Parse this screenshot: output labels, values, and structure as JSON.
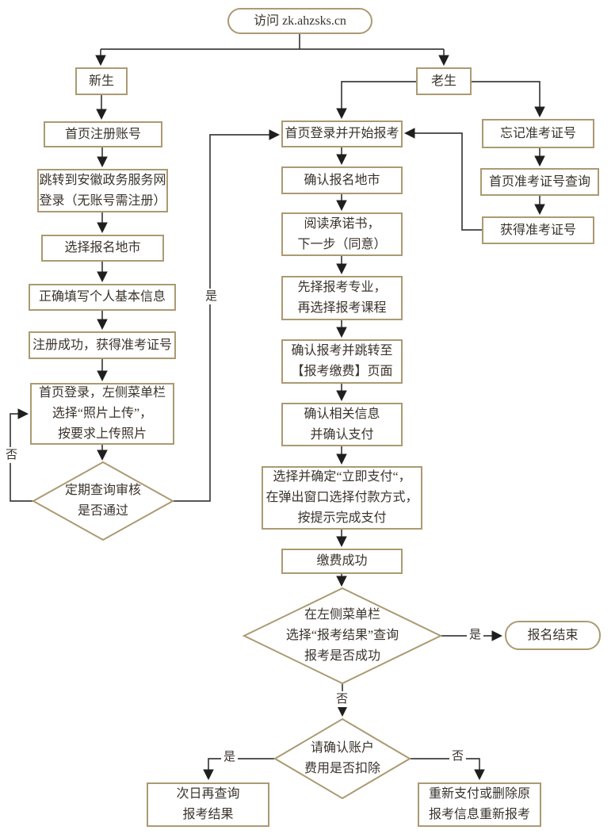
{
  "diagram": {
    "kind": "flowchart",
    "colors": {
      "node_border": "#ab9a72",
      "connector": "#3f3f3f",
      "text": "#3a332c",
      "background": "#ffffff"
    }
  },
  "nodes": {
    "visit": {
      "label": "访问 zk.ahzsks.cn"
    },
    "xinsheng": {
      "label": "新生"
    },
    "laosheng": {
      "label": "老生"
    },
    "l1": {
      "label": "首页注册账号"
    },
    "l2": {
      "lines": [
        "跳转到安徽政务服务网",
        "登录（无账号需注册）"
      ]
    },
    "l3": {
      "label": "选择报名地市"
    },
    "l4": {
      "label": "正确填写个人基本信息"
    },
    "l5": {
      "label": "注册成功，获得准考证号"
    },
    "l6": {
      "lines": [
        "首页登录，左侧菜单栏",
        "选择“照片上传”，",
        "按要求上传照片"
      ]
    },
    "d1": {
      "lines": [
        "定期查询审核",
        "是否通过"
      ]
    },
    "m1": {
      "label": "首页登录并开始报考"
    },
    "m2": {
      "label": "确认报名地市"
    },
    "m3": {
      "lines": [
        "阅读承诺书，",
        "下一步（同意）"
      ]
    },
    "m4": {
      "lines": [
        "先择报考专业，",
        "再选择报考课程"
      ]
    },
    "m5": {
      "lines": [
        "确认报考并跳转至",
        "【报考缴费】页面"
      ]
    },
    "m6": {
      "lines": [
        "确认相关信息",
        "并确认支付"
      ]
    },
    "m7": {
      "lines": [
        "选择并确定“立即支付“，",
        "在弹出窗口选择付款方式，",
        "按提示完成支付"
      ]
    },
    "m8": {
      "label": "缴费成功"
    },
    "d2": {
      "lines": [
        "在左侧菜单栏",
        "选择“报考结果”查询",
        "报考是否成功"
      ]
    },
    "d3": {
      "lines": [
        "请确认账户",
        "费用是否扣除"
      ]
    },
    "end": {
      "label": "报名结束"
    },
    "b1": {
      "lines": [
        "次日再查询",
        "报考结果"
      ]
    },
    "b2": {
      "lines": [
        "重新支付或删除原",
        "报考信息重新报考"
      ]
    },
    "r1": {
      "label": "忘记准考证号"
    },
    "r2": {
      "label": "首页准考证号查询"
    },
    "r3": {
      "label": "获得准考证号"
    }
  },
  "edge_labels": {
    "d1_yes": "是",
    "d1_no": "否",
    "d2_yes": "是",
    "d2_no": "否",
    "d3_yes": "是",
    "d3_no": "否"
  }
}
